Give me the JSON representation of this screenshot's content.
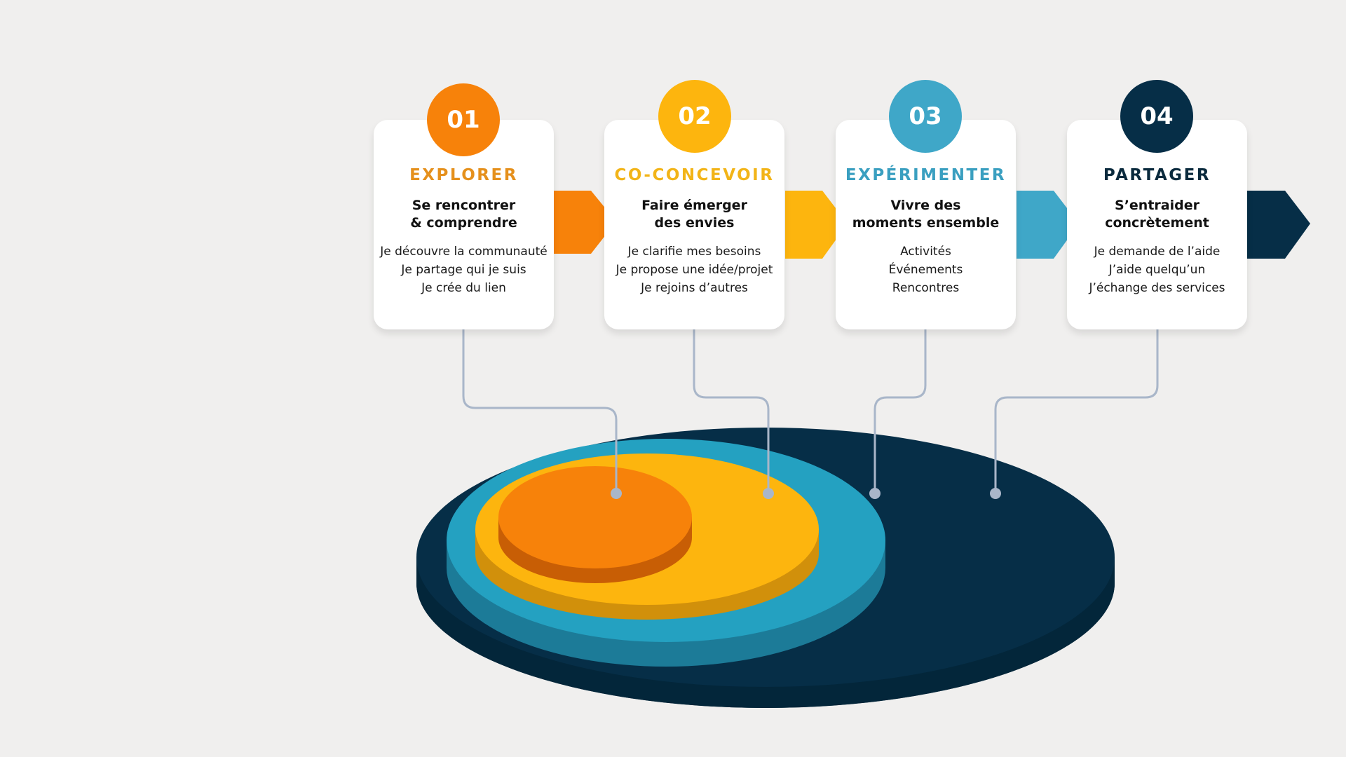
{
  "colors": {
    "background": "#f0efee",
    "orange": "#f7820a",
    "yellow": "#fdb50e",
    "light_blue": "#3fa7c8",
    "dark_blue": "#062e47",
    "title_orange": "#e5901c",
    "title_yellow": "#f2b418",
    "title_blue": "#3a9fc0",
    "title_dark": "#0a2a3d",
    "connector": "#a9b6c9"
  },
  "steps": [
    {
      "number": "01",
      "title": "EXPLORER",
      "subtitle": "Se rencontrer\n& comprendre",
      "lines": [
        "Je découvre la communauté",
        "Je partage qui je suis",
        "Je crée du lien"
      ]
    },
    {
      "number": "02",
      "title": "CO-CONCEVOIR",
      "subtitle": "Faire émerger\ndes envies",
      "lines": [
        "Je clarifie mes besoins",
        "Je propose une idée/projet",
        "Je rejoins d’autres"
      ]
    },
    {
      "number": "03",
      "title": "EXPÉRIMENTER",
      "subtitle": "Vivre des\nmoments ensemble",
      "lines": [
        "Activités",
        "Événements",
        "Rencontres"
      ]
    },
    {
      "number": "04",
      "title": "PARTAGER",
      "subtitle": "S’entraider\nconcrètement",
      "lines": [
        "Je demande de l’aide",
        "J’aide quelqu’un",
        "J’échange des services"
      ]
    }
  ]
}
